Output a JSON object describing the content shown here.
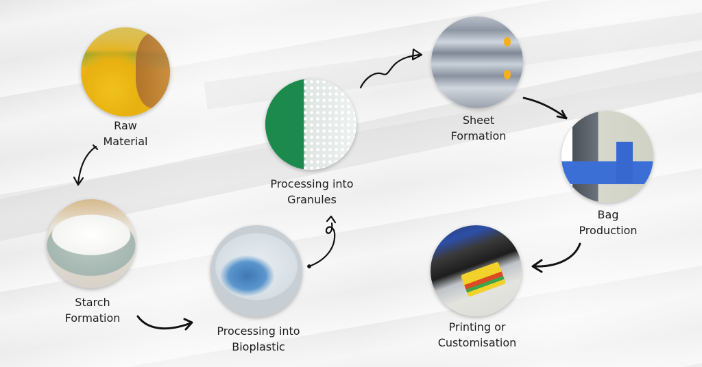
{
  "diagram": {
    "type": "process-flow",
    "background_color": "#efefef",
    "arrow_color": "#111111",
    "label_color": "#1d1d1d",
    "steps": [
      {
        "id": 1,
        "label_line1": "Raw",
        "label_line2": "Material",
        "image": "corn-and-cornmeal"
      },
      {
        "id": 2,
        "label_line1": "Starch",
        "label_line2": "Formation",
        "image": "bowl-of-starch"
      },
      {
        "id": 3,
        "label_line1": "Processing into",
        "label_line2": "Bioplastic",
        "image": "blue-bioplastic-mixture"
      },
      {
        "id": 4,
        "label_line1": "Processing into",
        "label_line2": "Granules",
        "image": "white-granules-on-green"
      },
      {
        "id": 5,
        "label_line1": "Sheet",
        "label_line2": "Formation",
        "image": "film-rollers"
      },
      {
        "id": 6,
        "label_line1": "Bag",
        "label_line2": "Production",
        "image": "bag-making-machine"
      },
      {
        "id": 7,
        "label_line1": "Printing or",
        "label_line2": "Customisation",
        "image": "printing-machine"
      }
    ],
    "arrows": [
      {
        "from": 1,
        "to": 2
      },
      {
        "from": 2,
        "to": 3
      },
      {
        "from": 3,
        "to": 4
      },
      {
        "from": 4,
        "to": 5
      },
      {
        "from": 5,
        "to": 6
      },
      {
        "from": 6,
        "to": 7
      }
    ]
  }
}
